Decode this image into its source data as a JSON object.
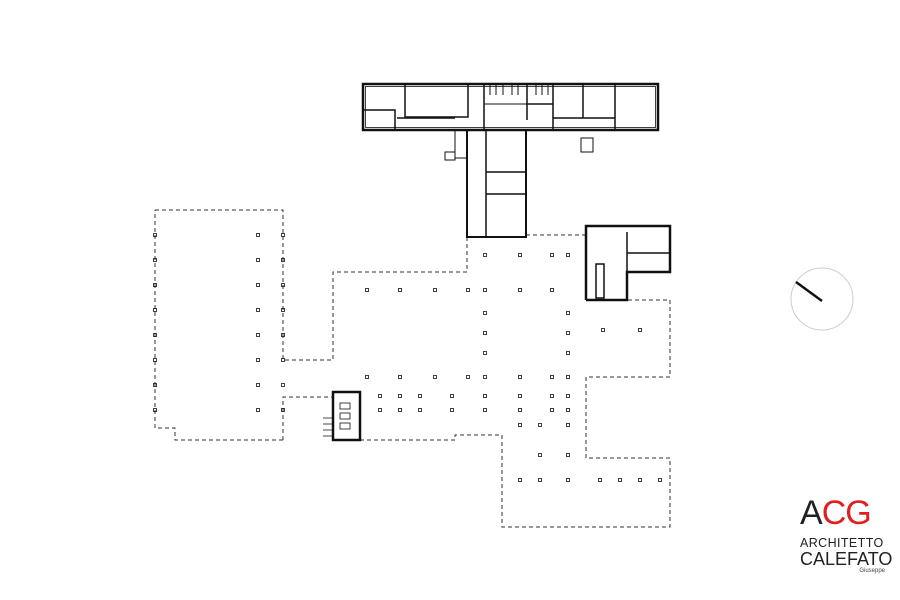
{
  "drawing": {
    "type": "floor-plan",
    "wall_color": "#111111",
    "outline_color": "#333333"
  },
  "compass": {
    "icon": "north-arrow-icon"
  },
  "logo": {
    "mark": "ACG",
    "mark_dark": "A",
    "mark_red": "CG",
    "line1": "ARCHITETTO",
    "line2": "CALEFATO",
    "line3": "Giuseppe",
    "colors": {
      "dark": "#222222",
      "red": "#e02020"
    }
  }
}
